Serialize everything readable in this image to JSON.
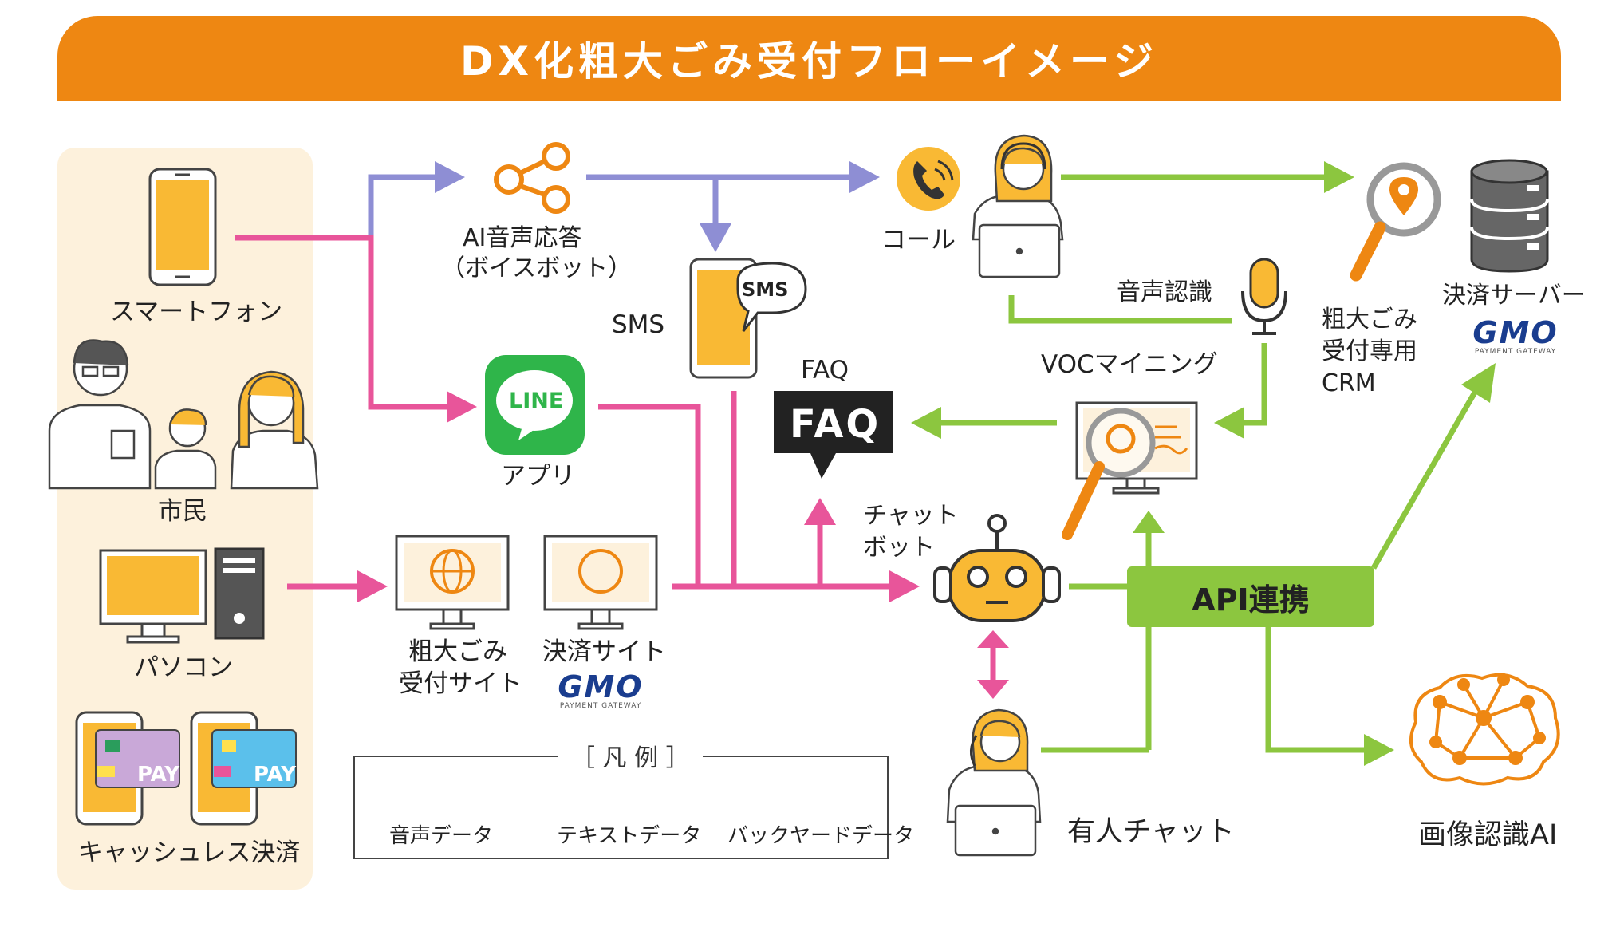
{
  "title": "DX化粗大ごみ受付フローイメージ",
  "colors": {
    "banner": "#ee8712",
    "voice": "#8e8ed4",
    "text": "#e8559a",
    "backyard": "#8cc63f",
    "accent_yellow": "#f9b934",
    "panel": "#fdf1dc"
  },
  "citizens": {
    "label": "市民",
    "smartphone": "スマートフォン",
    "pc": "パソコン",
    "cashless": "キャッシュレス決済",
    "pay_badge": "PAY"
  },
  "channels": {
    "ai_voice_line1": "AI音声応答",
    "ai_voice_line2": "（ボイスボット）",
    "line_app_logo": "LINE",
    "line_app": "アプリ",
    "sms": "SMS",
    "sms_bubble": "SMS",
    "call": "コール",
    "faq_label": "FAQ",
    "faq_bubble": "FAQ",
    "reception_site_line1": "粗大ごみ",
    "reception_site_line2": "受付サイト",
    "payment_site": "決済サイト",
    "chatbot_line1": "チャット",
    "chatbot_line2": "ボット",
    "human_chat": "有人チャット"
  },
  "backend": {
    "voice_recognition": "音声認識",
    "voc_mining": "VOCマイニング",
    "crm_line1": "粗大ごみ",
    "crm_line2": "受付専用",
    "crm_line3": "CRM",
    "payment_server": "決済サーバー",
    "api": "API連携",
    "image_ai": "画像認識AI"
  },
  "gmo": {
    "logo": "GMO",
    "sub": "PAYMENT GATEWAY"
  },
  "legend": {
    "title": "［ 凡 例 ］",
    "voice": "音声データ",
    "text": "テキストデータ",
    "backyard": "バックヤードデータ"
  }
}
